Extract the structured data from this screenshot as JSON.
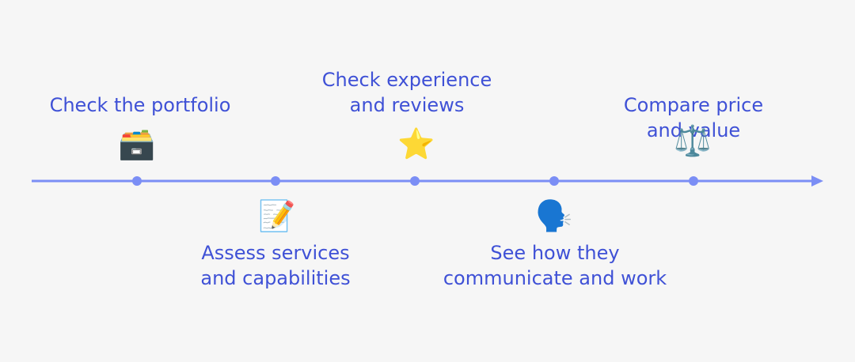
{
  "colors": {
    "background": "#f6f6f6",
    "line": "#7b8ef5",
    "text": "#3f51d6"
  },
  "steps": [
    {
      "label": "Check the portfolio",
      "icon": "card-file-box-icon",
      "glyph": "🗃️",
      "side": "above"
    },
    {
      "label": "Assess services\nand capabilities",
      "icon": "memo-icon",
      "glyph": "📝",
      "side": "below"
    },
    {
      "label": "Check experience\nand reviews",
      "icon": "star-icon",
      "glyph": "⭐",
      "side": "above"
    },
    {
      "label": "See how they\ncommunicate and work",
      "icon": "speaking-head-icon",
      "glyph": "🗣️",
      "side": "below"
    },
    {
      "label": "Compare price and value",
      "icon": "balance-scale-icon",
      "glyph": "⚖️",
      "side": "above"
    }
  ]
}
